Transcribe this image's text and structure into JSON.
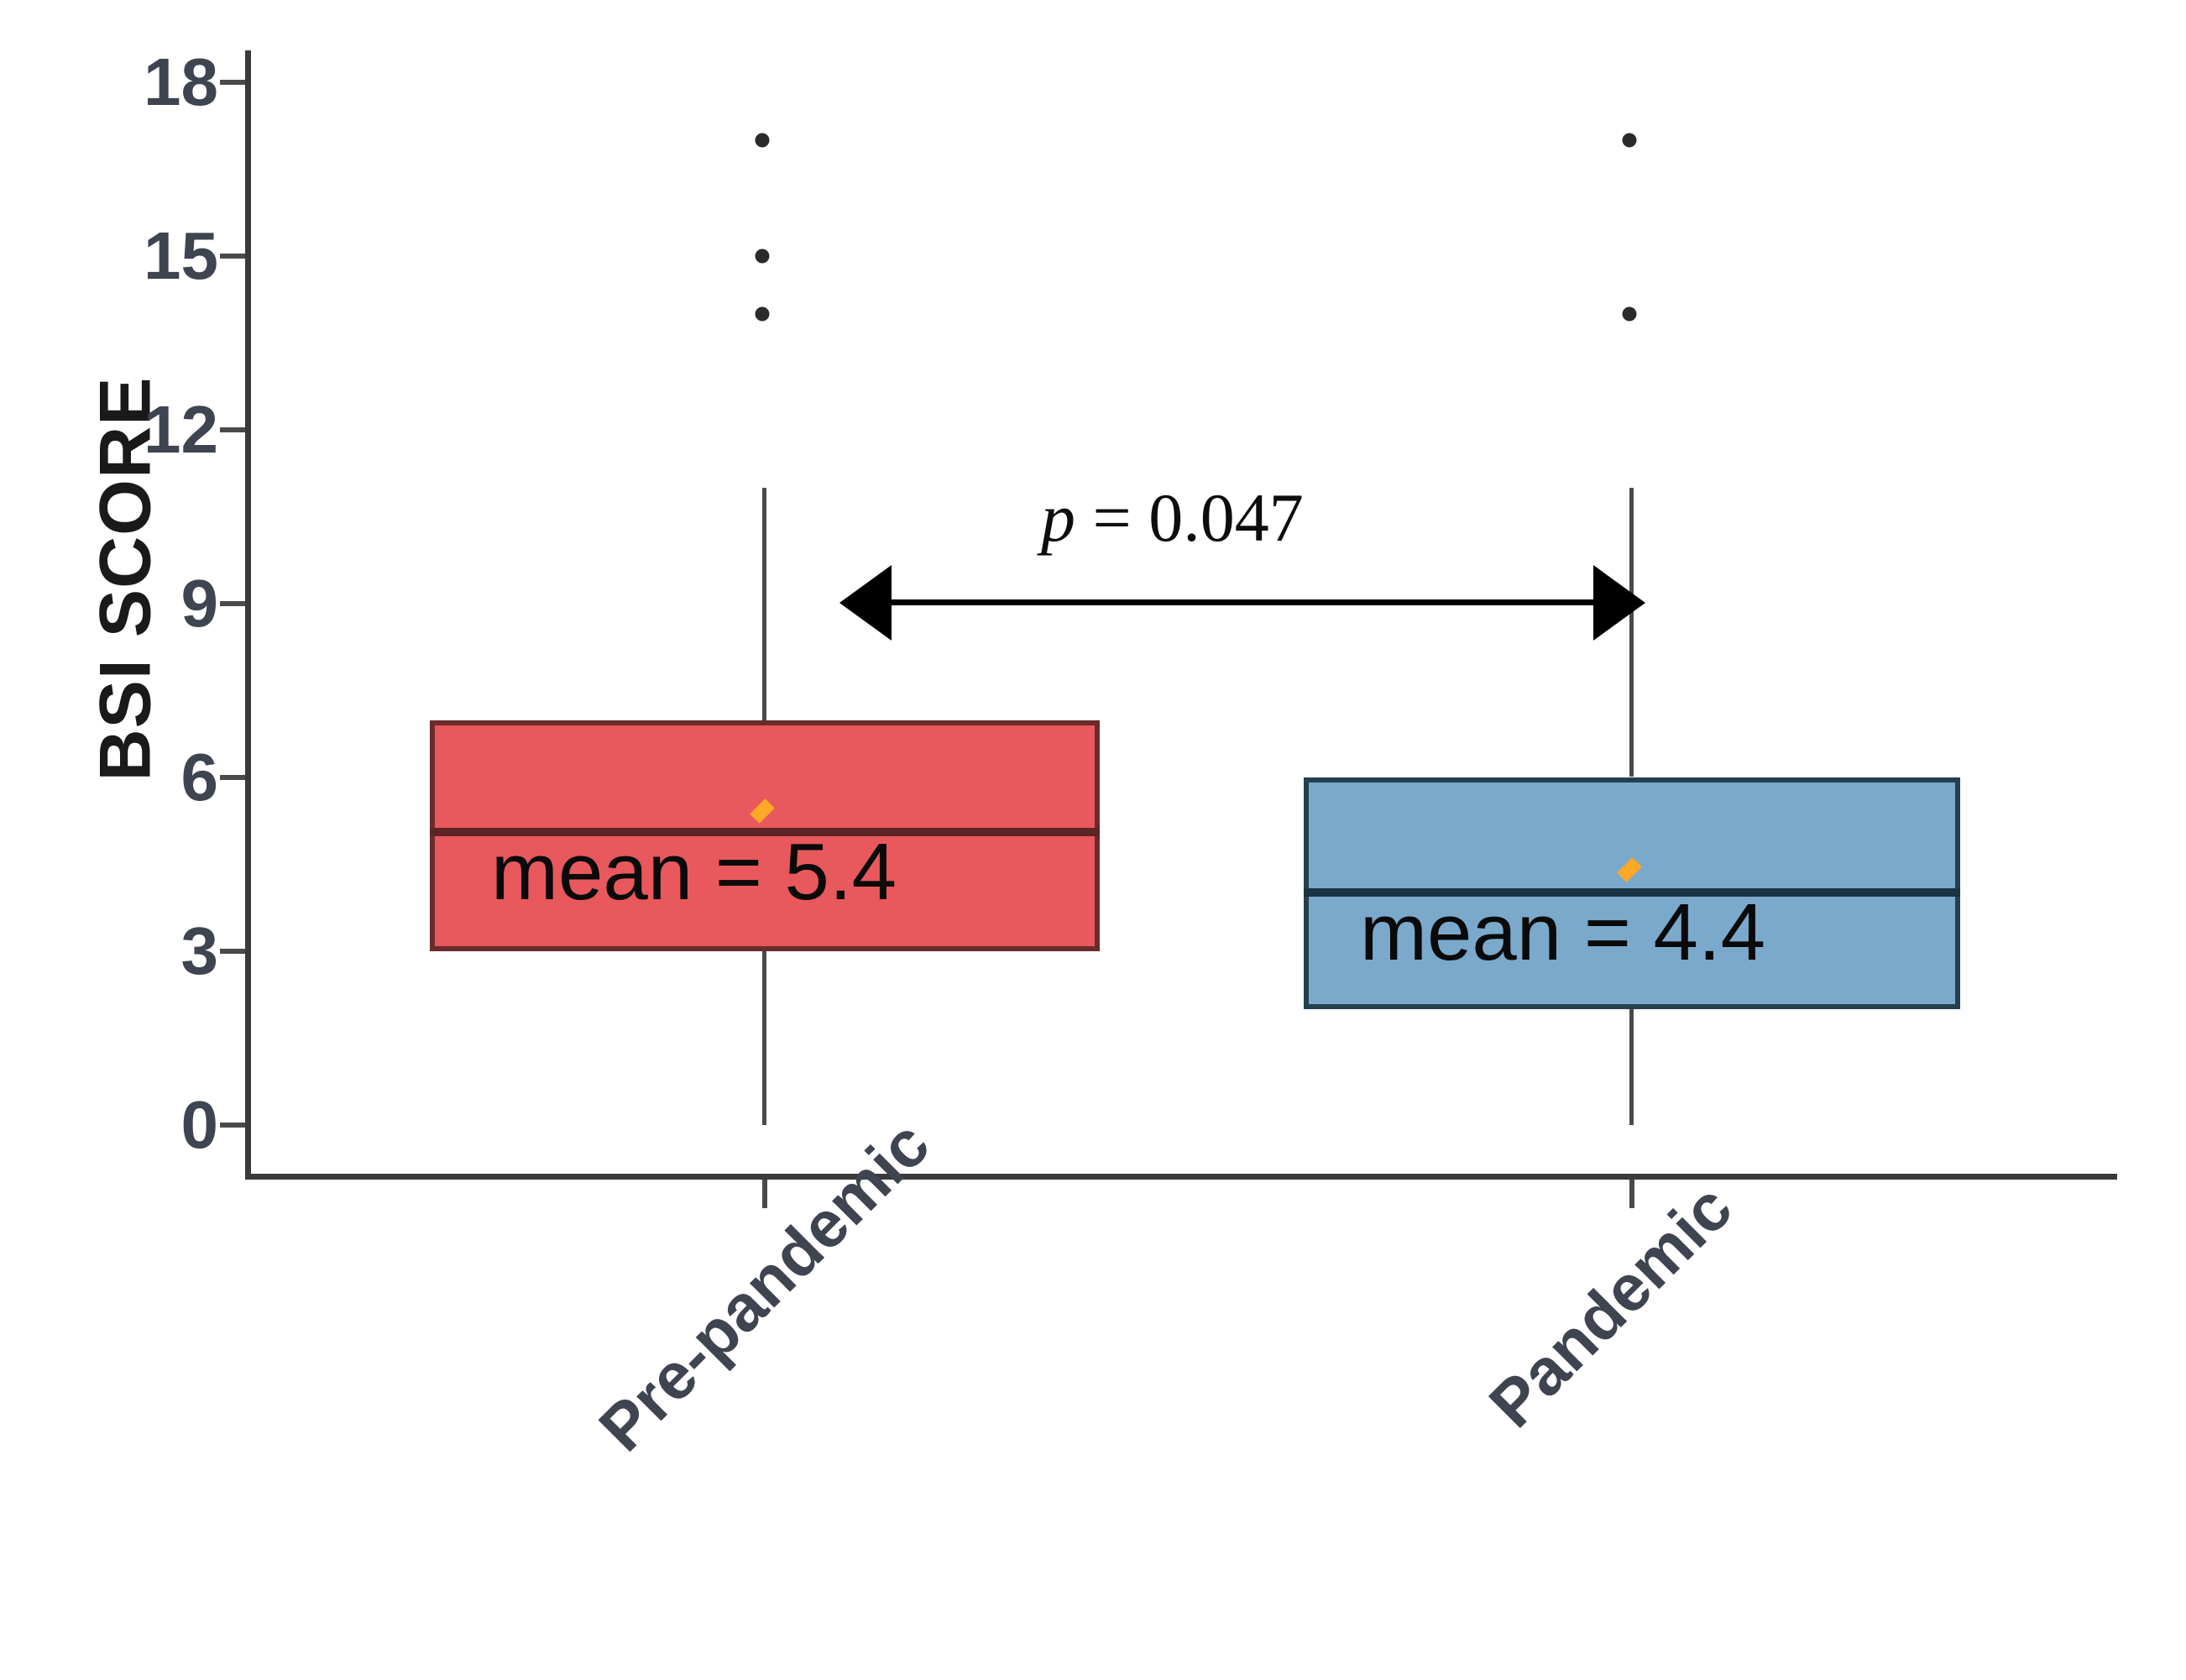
{
  "chart_data": {
    "type": "box",
    "title": "",
    "xlabel": "",
    "ylabel": "BSI SCORE",
    "ylim": [
      0,
      19
    ],
    "grid": false,
    "legend": "none",
    "categories": [
      "Pre-pandemic",
      "Pandemic"
    ],
    "ytick_labels": [
      "0",
      "3",
      "6",
      "9",
      "12",
      "15",
      "18"
    ],
    "ytick_values": [
      0,
      3,
      6,
      9,
      12,
      15,
      18
    ],
    "series": [
      {
        "name": "Pre-pandemic",
        "color": "#e8585c",
        "border_color": "#6b2b2b",
        "whisker_low": 0,
        "q1": 3,
        "median": 5,
        "q3": 7,
        "whisker_high": 11,
        "mean": 5.4,
        "mean_label": "mean = 5.4",
        "outliers": [
          14,
          15,
          17
        ]
      },
      {
        "name": "Pandemic",
        "color": "#7aa9cc",
        "border_color": "#24404f",
        "whisker_low": 0,
        "q1": 2,
        "median": 4,
        "q3": 6,
        "whisker_high": 11,
        "mean": 4.4,
        "mean_label": "mean = 4.4",
        "outliers": [
          14,
          17
        ]
      }
    ],
    "annotations": [
      {
        "id": "significance",
        "p_symbol": "p",
        "text": " = 0.047",
        "full_text": "p = 0.047",
        "from": "Pre-pandemic",
        "to": "Pandemic",
        "arrow": "double-headed"
      }
    ],
    "mean_marker_color": "#ffa726",
    "mean_marker_shape": "diamond"
  }
}
